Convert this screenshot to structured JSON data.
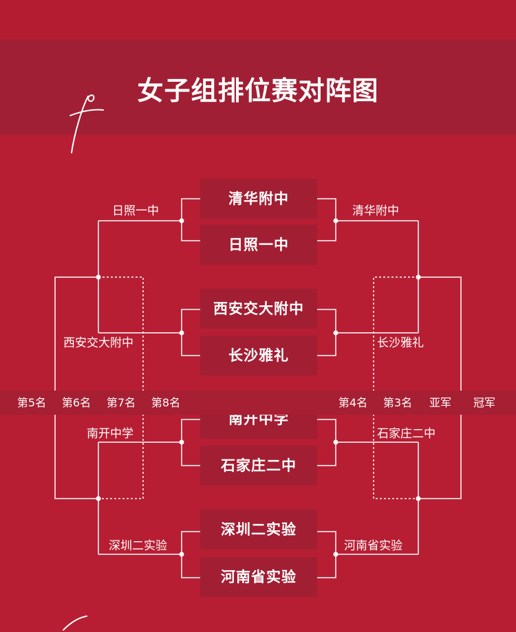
{
  "title": "女子组排位赛对阵图",
  "teams": [
    "清华附中",
    "日照一中",
    "西安交大附中",
    "长沙雅礼",
    "南开中学",
    "石家庄二中",
    "深圳二实验",
    "河南省实验"
  ],
  "left_labels": [
    "日照一中",
    "西安交大附中",
    "南开中学",
    "深圳二实验"
  ],
  "right_labels": [
    "清华附中",
    "长沙雅礼",
    "石家庄二中",
    "河南省实验"
  ],
  "ranks": [
    "第5名",
    "第6名",
    "第7名",
    "第8名",
    "第4名",
    "第3名",
    "亚军",
    "冠军"
  ],
  "colors": {
    "background": "#b71e33",
    "band": "#a11f34",
    "box": "#a21e33",
    "line": "#ffffff"
  }
}
